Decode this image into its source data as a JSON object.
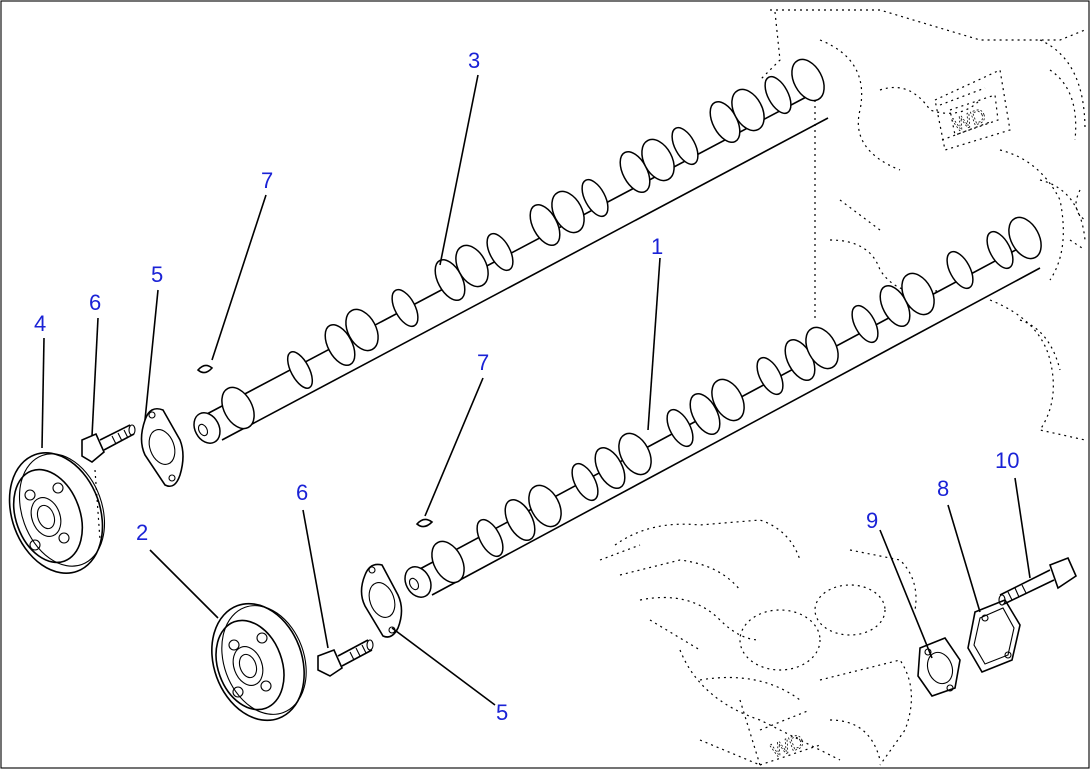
{
  "diagram": {
    "callouts": [
      {
        "id": "c1",
        "label": "1"
      },
      {
        "id": "c2",
        "label": "2"
      },
      {
        "id": "c3",
        "label": "3"
      },
      {
        "id": "c4",
        "label": "4"
      },
      {
        "id": "c5a",
        "label": "5"
      },
      {
        "id": "c5b",
        "label": "5"
      },
      {
        "id": "c6a",
        "label": "6"
      },
      {
        "id": "c6b",
        "label": "6"
      },
      {
        "id": "c7a",
        "label": "7"
      },
      {
        "id": "c7b",
        "label": "7"
      },
      {
        "id": "c8",
        "label": "8"
      },
      {
        "id": "c9",
        "label": "9"
      },
      {
        "id": "c10",
        "label": "10"
      }
    ],
    "label_color": "#1a22d6"
  }
}
